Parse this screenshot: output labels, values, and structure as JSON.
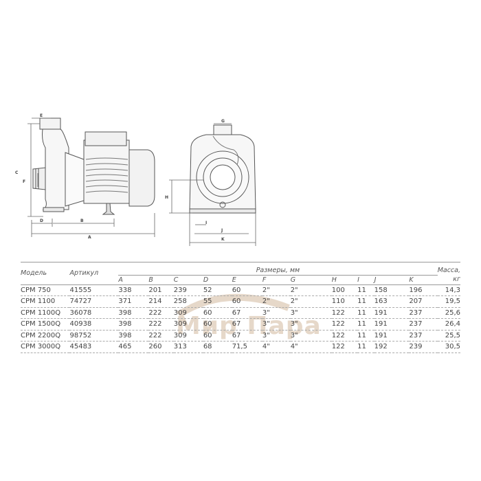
{
  "diagram": {
    "side_view_labels": {
      "E": "E",
      "C": "C",
      "F": "F",
      "D": "D",
      "B": "B",
      "A": "A"
    },
    "front_view_labels": {
      "G": "G",
      "H": "H",
      "I": "I",
      "J": "J",
      "K": "K"
    }
  },
  "watermark": {
    "text": "Мир Пара"
  },
  "table": {
    "headers": {
      "model": "Модель",
      "article": "Артикул",
      "dimensions_group": "Размеры, мм",
      "mass_line1": "Масса,",
      "mass_line2": "кг",
      "dims": [
        "A",
        "B",
        "C",
        "D",
        "E",
        "F",
        "G",
        "H",
        "I",
        "J",
        "K"
      ]
    },
    "rows": [
      {
        "model": "CPM 750",
        "article": "41555",
        "dims": [
          "338",
          "201",
          "239",
          "52",
          "60",
          "2\"",
          "2\"",
          "100",
          "11",
          "158",
          "196"
        ],
        "mass": "14,3"
      },
      {
        "model": "CPM 1100",
        "article": "74727",
        "dims": [
          "371",
          "214",
          "258",
          "55",
          "60",
          "2\"",
          "2\"",
          "110",
          "11",
          "163",
          "207"
        ],
        "mass": "19,5"
      },
      {
        "model": "CPM 1100Q",
        "article": "36078",
        "dims": [
          "398",
          "222",
          "309",
          "60",
          "67",
          "3\"",
          "3\"",
          "122",
          "11",
          "191",
          "237"
        ],
        "mass": "25,6"
      },
      {
        "model": "CPM 1500Q",
        "article": "40938",
        "dims": [
          "398",
          "222",
          "309",
          "60",
          "67",
          "3\"",
          "3\"",
          "122",
          "11",
          "191",
          "237"
        ],
        "mass": "26,4"
      },
      {
        "model": "CPM 2200Q",
        "article": "98752",
        "dims": [
          "398",
          "222",
          "309",
          "60",
          "67",
          "3\"",
          "3\"",
          "122",
          "11",
          "191",
          "237"
        ],
        "mass": "25,5"
      },
      {
        "model": "CPM 3000Q",
        "article": "45483",
        "dims": [
          "465",
          "260",
          "313",
          "68",
          "71,5",
          "4\"",
          "4\"",
          "122",
          "11",
          "192",
          "239"
        ],
        "mass": "30,5"
      }
    ]
  }
}
